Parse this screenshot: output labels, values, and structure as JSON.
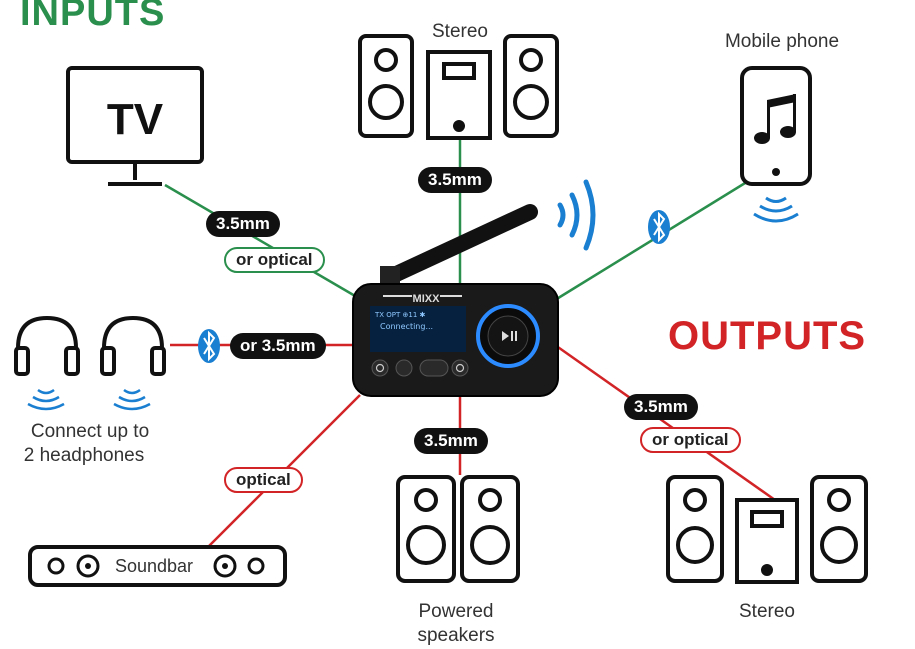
{
  "headings": {
    "inputs": "INPUTS",
    "outputs": "OUTPUTS"
  },
  "devices": {
    "tv": {
      "label": "TV"
    },
    "stereo_input": {
      "label": "Stereo"
    },
    "mobile_phone": {
      "label": "Mobile phone"
    },
    "headphones": {
      "label_line1": "Connect up to",
      "label_line2": "2 headphones"
    },
    "soundbar": {
      "label": "Soundbar"
    },
    "powered_speakers": {
      "label_line1": "Powered",
      "label_line2": "speakers"
    },
    "stereo_output": {
      "label": "Stereo"
    }
  },
  "transmitter": {
    "brand": "MIXX",
    "screen_status": "TX  OPT  ⊕11 ✱",
    "screen_message": "Connecting..."
  },
  "connections": {
    "tv_35": "3.5mm",
    "tv_optical": "or optical",
    "stereo_in_35": "3.5mm",
    "headphones_35": "or 3.5mm",
    "soundbar_optical": "optical",
    "powered_35": "3.5mm",
    "stereo_out_35": "3.5mm",
    "stereo_out_optical": "or optical"
  },
  "colors": {
    "input": "#2a8f4c",
    "output": "#d22427",
    "bluetooth": "#1a7fd0",
    "device": "#111111"
  },
  "icons": [
    "tv-icon",
    "speaker-icon",
    "amplifier-icon",
    "mobile-phone-icon",
    "music-note-icon",
    "bluetooth-icon",
    "headphones-icon",
    "soundbar-icon",
    "wireless-waves-icon",
    "antenna-icon",
    "play-pause-icon",
    "power-icon"
  ]
}
